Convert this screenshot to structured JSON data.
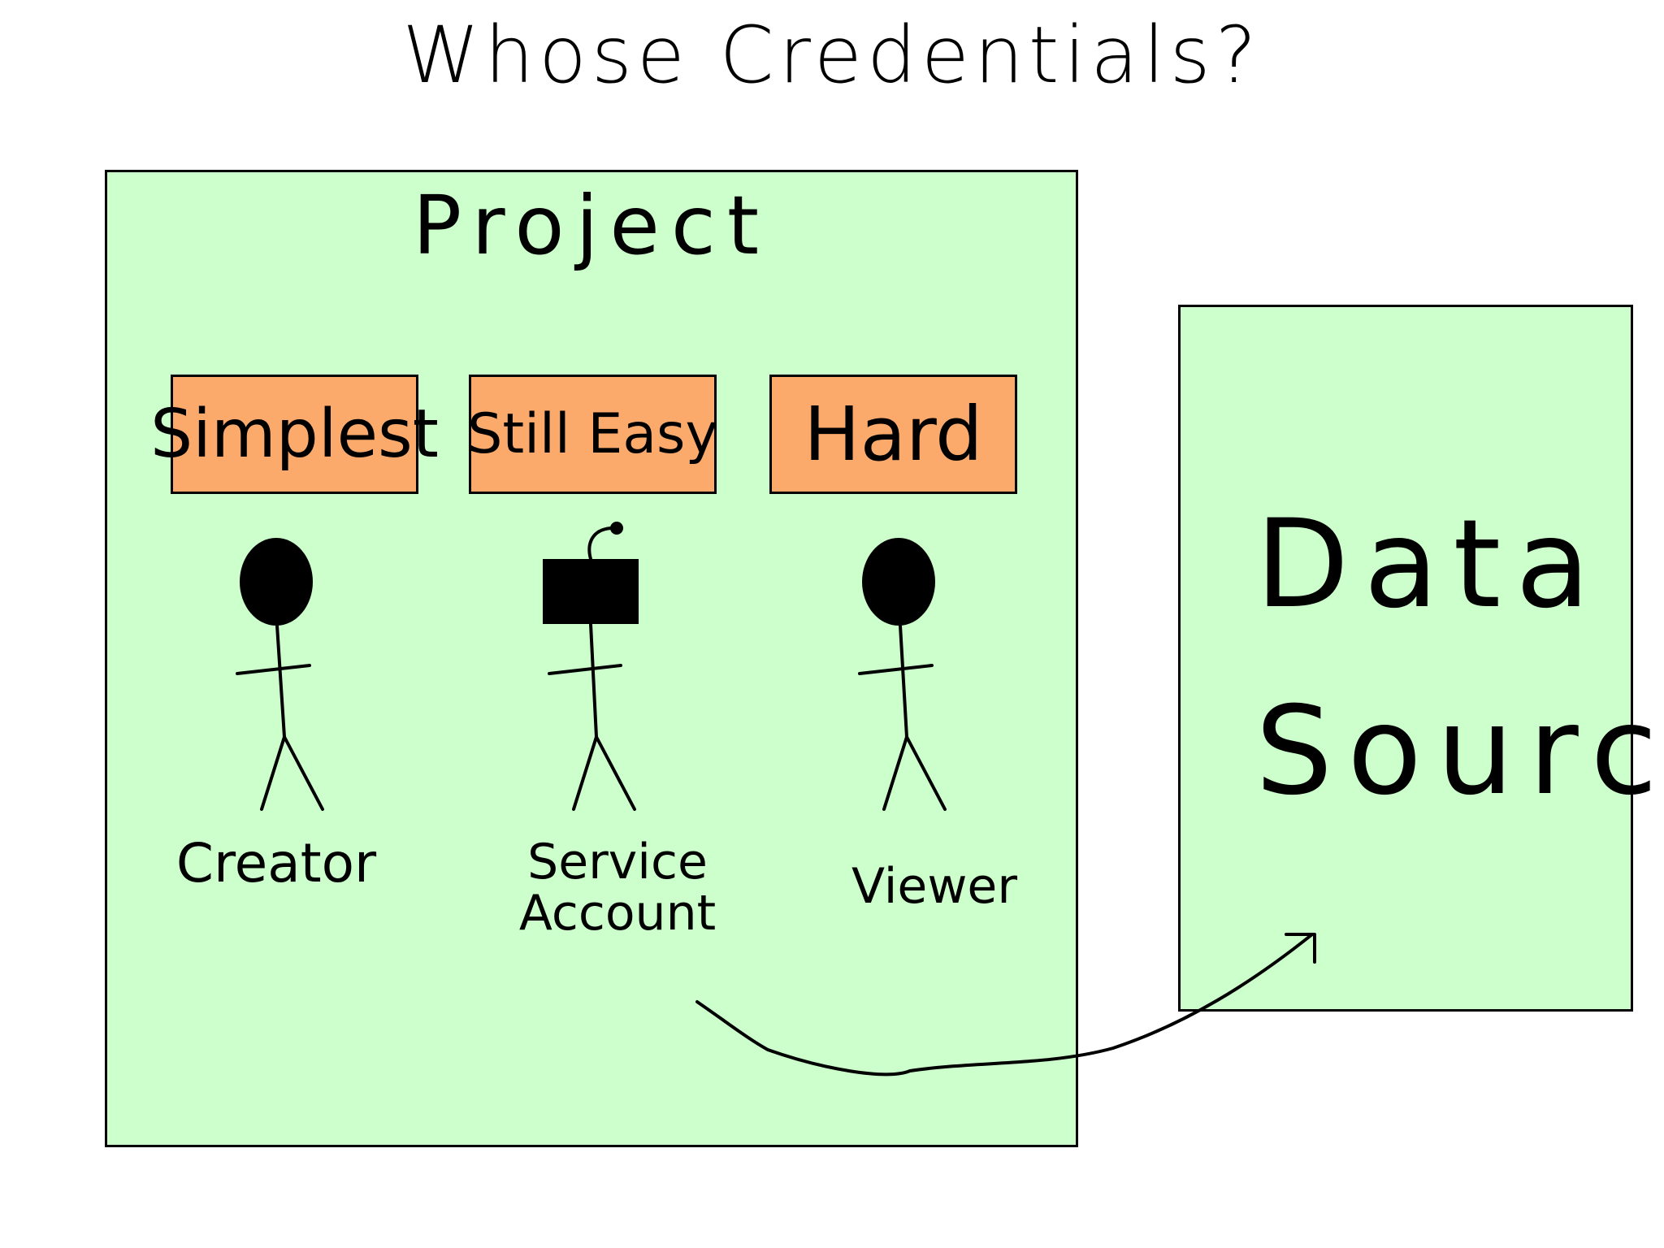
{
  "title": "Whose Credentials?",
  "colors": {
    "box_fill": "#ccffcc",
    "tag_fill": "#fbaa6c",
    "ink": "#000000"
  },
  "project": {
    "label": "Project",
    "tags": {
      "simplest": "Simplest",
      "still_easy": "Still Easy",
      "hard": "Hard"
    },
    "actors": {
      "creator": {
        "label": "Creator",
        "icon": "person-icon"
      },
      "service_account": {
        "label_line1": "Service",
        "label_line2": "Account",
        "icon": "robot-icon"
      },
      "viewer": {
        "label": "Viewer",
        "icon": "person-icon"
      }
    }
  },
  "data_source": {
    "label_line1": "Data",
    "label_line2": "Source"
  }
}
